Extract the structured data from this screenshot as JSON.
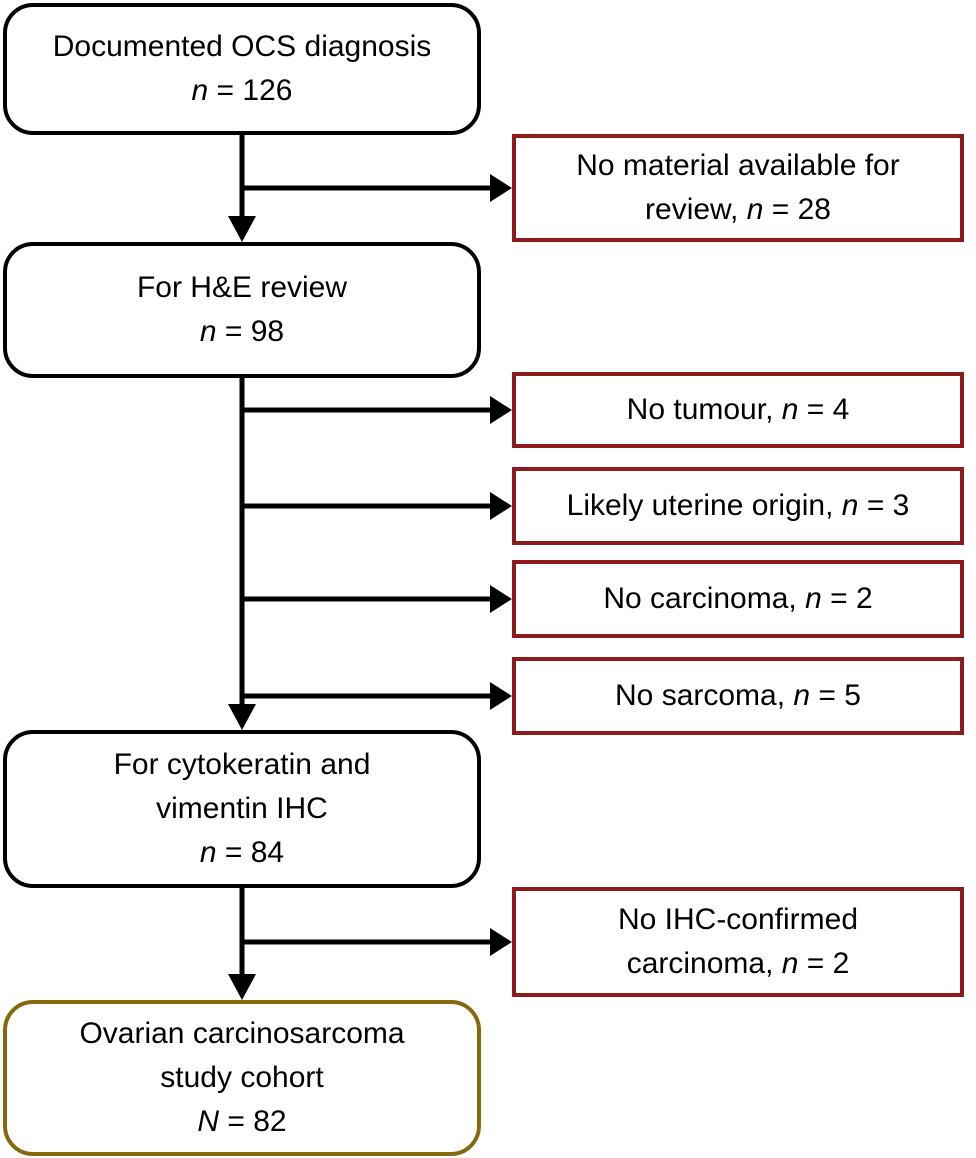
{
  "colors": {
    "main_box_border": "#000000",
    "exclusion_box_border": "#8e1b1b",
    "cohort_box_border": "#86690d",
    "arrow": "#000000",
    "text": "#000000",
    "background": "#ffffff"
  },
  "boxes": {
    "documented": {
      "line1": "Documented OCS diagnosis",
      "n_var": "n",
      "n_rest": " = 126"
    },
    "he_review": {
      "line1": "For H&E review",
      "n_var": "n",
      "n_rest": " = 98"
    },
    "ihc": {
      "line1": "For cytokeratin and",
      "line2": "vimentin IHC",
      "n_var": "n",
      "n_rest": " = 84"
    },
    "cohort": {
      "line1": "Ovarian carcinosarcoma",
      "line2": "study cohort",
      "n_var": "N",
      "n_rest": " = 82"
    },
    "no_material": {
      "line1": "No material available for",
      "line2_pre": "review, ",
      "n_var": "n",
      "n_rest": " = 28"
    },
    "no_tumour": {
      "pre": "No tumour, ",
      "n_var": "n",
      "n_rest": " = 4"
    },
    "uterine": {
      "pre": "Likely uterine origin, ",
      "n_var": "n",
      "n_rest": " = 3"
    },
    "no_carcinoma": {
      "pre": "No carcinoma, ",
      "n_var": "n",
      "n_rest": " = 2"
    },
    "no_sarcoma": {
      "pre": "No sarcoma, ",
      "n_var": "n",
      "n_rest": " = 5"
    },
    "no_ihc": {
      "line1": "No IHC-confirmed",
      "line2_pre": "carcinoma, ",
      "n_var": "n",
      "n_rest": " = 2"
    }
  }
}
